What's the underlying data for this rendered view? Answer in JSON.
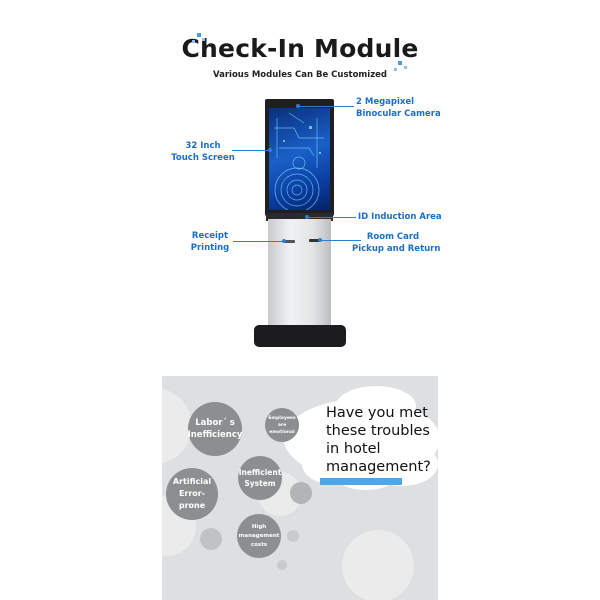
{
  "header": {
    "title": "Check-In Module",
    "subtitle": "Various Modules Can Be Customized"
  },
  "kiosk": {
    "labels": {
      "camera": [
        "2 Megapixel",
        "Binocular Camera"
      ],
      "touch_screen": [
        "32 Inch",
        "Touch Screen"
      ],
      "id_induction": "ID Induction Area",
      "receipt": [
        "Receipt",
        "Printing"
      ],
      "room_card": [
        "Room Card",
        "Pickup and Return"
      ]
    },
    "accent_color": "#1b6fc4"
  },
  "troubles": {
    "question": [
      "Have you met",
      "these troubles",
      "in hotel",
      "management?"
    ],
    "bubbles": {
      "labor": [
        "Labor´ s",
        "Inefficiency"
      ],
      "employees": [
        "Employees",
        "are",
        "emotional"
      ],
      "inefficient_system": [
        "Inefficient",
        "System"
      ],
      "artificial": [
        "Artificial",
        "Error-prone"
      ],
      "high_cost": [
        "High",
        "management",
        "costs"
      ]
    },
    "bubble_color": "#8d8e90",
    "highlight_color": "#4ea6e8"
  }
}
